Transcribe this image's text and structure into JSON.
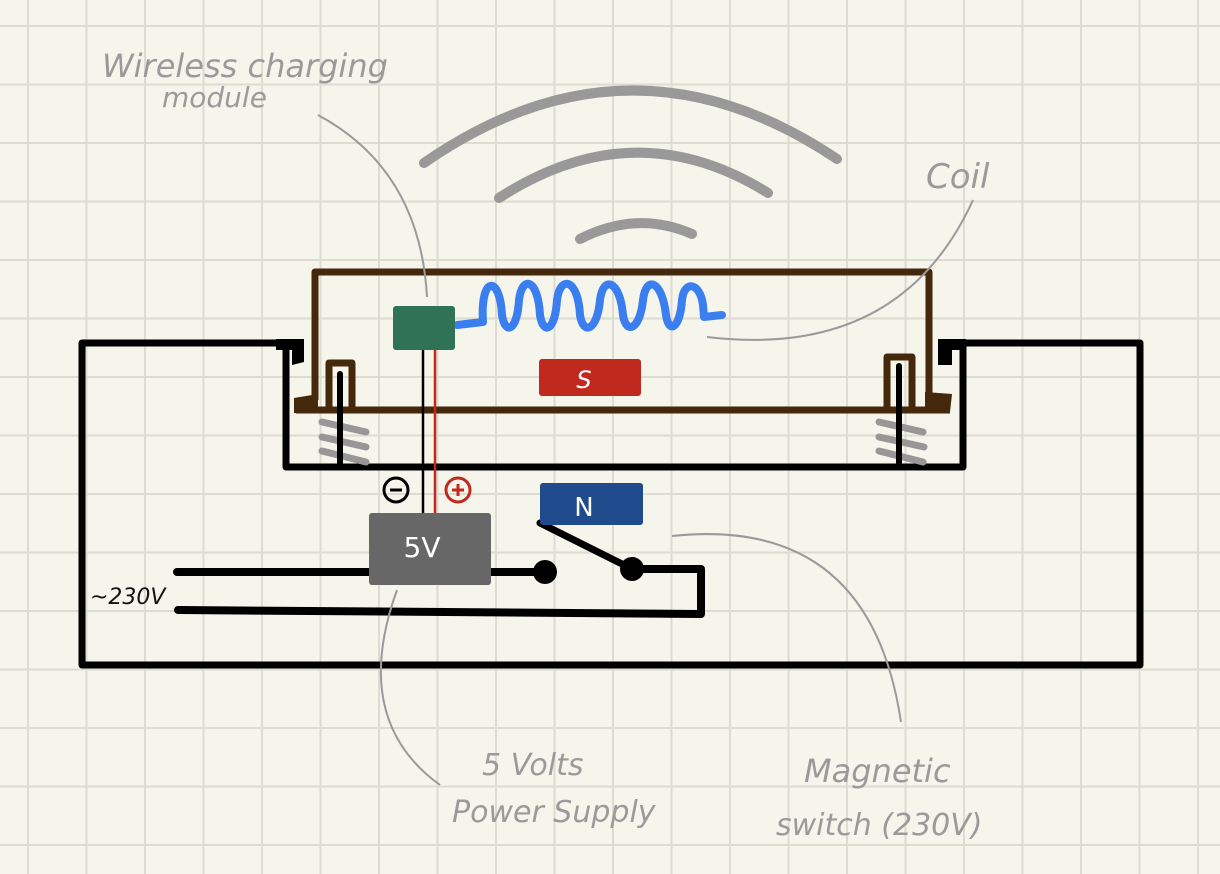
{
  "diagram": {
    "title": "Wireless charger with magnetic switch",
    "labels": {
      "wireless_module": [
        "Wireless charging",
        "module"
      ],
      "coil": "Coil",
      "power_supply": [
        "5 Volts",
        "Power Supply"
      ],
      "magnetic_switch": [
        "Magnetic",
        "switch (230V)"
      ],
      "mains": "~230V"
    },
    "components": {
      "psu_label": "5V",
      "magnet_top": "S",
      "magnet_bottom": "N",
      "negative_terminal": "−",
      "positive_terminal": "+"
    },
    "colors": {
      "background": "#f5f5eb",
      "grid": "#dedcd0",
      "annotation": "#9a9a9a",
      "housing": "#45280c",
      "wire": "#000000",
      "coil": "#3a7ef0",
      "module": "#2f7256",
      "psu": "#676767",
      "magnet_s": "#c0291e",
      "magnet_n": "#1f4a8c",
      "positive": "#c0291e",
      "spring": "#979797"
    }
  }
}
